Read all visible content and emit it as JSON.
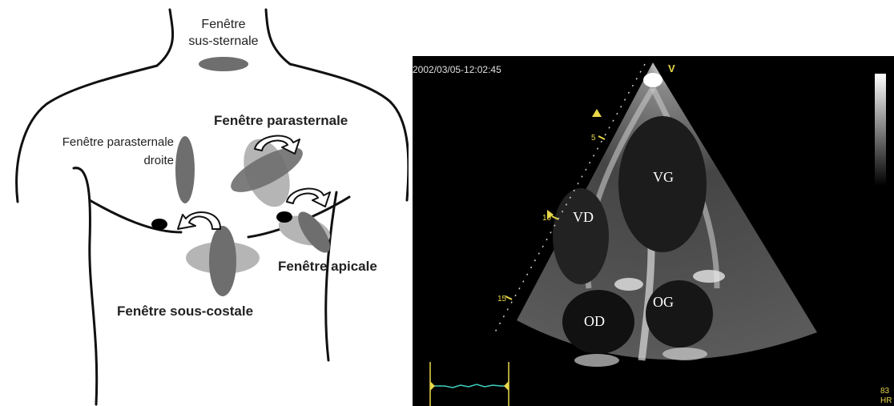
{
  "diagram": {
    "labels": {
      "sus_sternale": [
        "Fenêtre",
        "sus-sternale"
      ],
      "parasternale_droite": [
        "Fenêtre parasternale",
        "droite"
      ],
      "parasternale": "Fenêtre parasternale",
      "apicale": "Fenêtre apicale",
      "sous_costale": "Fenêtre sous-costale"
    },
    "colors": {
      "outline": "#111111",
      "window_dark": "#6e6e6e",
      "window_light": "#b5b5b5"
    }
  },
  "echo": {
    "timestamp": "2002/03/05-12:02:45",
    "marker": "V",
    "depth_ticks": [
      "5",
      "10",
      "15"
    ],
    "chambers": {
      "vg": "VG",
      "vd": "VD",
      "og": "OG",
      "od": "OD"
    },
    "heart_rate": "83",
    "heart_rate_unit": "HR",
    "colors": {
      "overlay_text": "#e8d84a",
      "ecg_trace": "#3fd0c0"
    }
  }
}
